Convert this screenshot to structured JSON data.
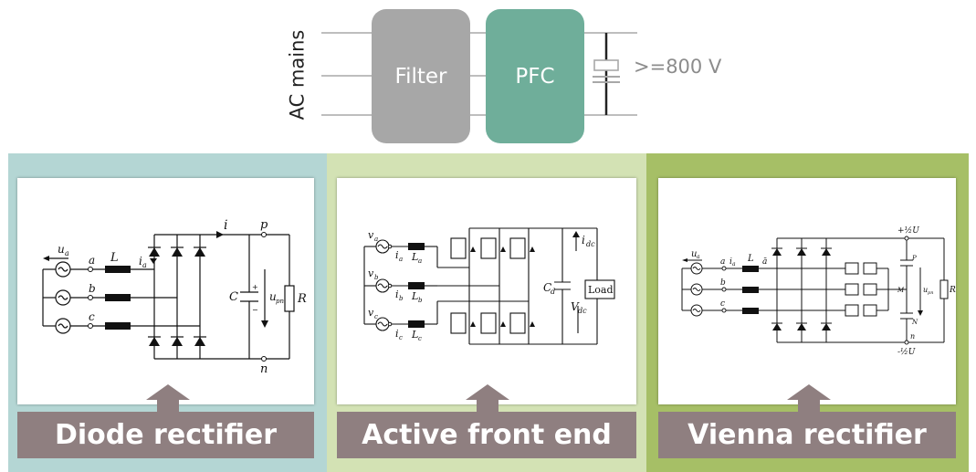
{
  "top_diagram": {
    "input_label": "AC mains",
    "blocks": [
      {
        "label": "Filter",
        "color": "#a7a7a7"
      },
      {
        "label": "PFC",
        "color": "#6fae9a"
      }
    ],
    "output_label": ">=800 V"
  },
  "panels": [
    {
      "caption": "Diode rectifier",
      "background": "#b4d6d4",
      "schematic_labels": {
        "ua": "u",
        "ua_sub": "a",
        "L": "L",
        "ia": "i",
        "ia_sub": "a",
        "i": "i",
        "p": "p",
        "n": "n",
        "a": "a",
        "b": "b",
        "c": "c",
        "C": "C",
        "u_pn": "u",
        "u_pn_sub": "pn",
        "R": "R"
      }
    },
    {
      "caption": "Active front end",
      "background": "#d3e2b4",
      "schematic_labels": {
        "va": "v",
        "va_sub": "a",
        "vb": "v",
        "vb_sub": "b",
        "vc": "v",
        "vc_sub": "c",
        "ia": "i",
        "ia_sub": "a",
        "ib": "i",
        "ib_sub": "b",
        "ic": "i",
        "ic_sub": "c",
        "La": "L",
        "La_sub": "a",
        "Lb": "L",
        "Lb_sub": "b",
        "Lc": "L",
        "Lc_sub": "c",
        "idc": "i",
        "idc_sub": "dc",
        "Cd": "C",
        "Cd_sub": "d",
        "Vdc": "V",
        "Vdc_sub": "dc",
        "load": "Load"
      }
    },
    {
      "caption": "Vienna rectifier",
      "background": "#a6bf66",
      "schematic_labels": {
        "ua": "u",
        "ua_sub": "a",
        "a": "a",
        "ia": "i",
        "ia_sub": "a",
        "L": "L",
        "abar": "ā",
        "b": "b",
        "c": "c",
        "plus_half_U": "+½U",
        "minus_half_U": "-½U",
        "P": "P",
        "M": "M",
        "N": "N",
        "n": "n",
        "u_pn": "u",
        "u_pn_sub": "pn",
        "R": "R"
      }
    }
  ],
  "caption_color": "#8f7f80"
}
